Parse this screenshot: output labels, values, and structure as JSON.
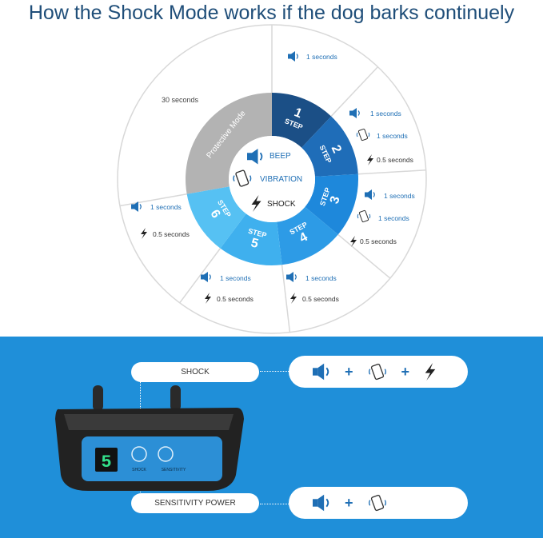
{
  "title": "How the Shock Mode works if the dog barks continuely",
  "wheel": {
    "protective_mode": "Protective Mode",
    "protective_time": "30 seconds",
    "step_word": "STEP",
    "steps": [
      {
        "num": "1",
        "color": "#1b4f86"
      },
      {
        "num": "2",
        "color": "#1f6db8"
      },
      {
        "num": "3",
        "color": "#1e88db"
      },
      {
        "num": "4",
        "color": "#2d9be6"
      },
      {
        "num": "5",
        "color": "#3fb0ee"
      },
      {
        "num": "6",
        "color": "#56c1f3"
      }
    ],
    "center": {
      "beep": "BEEP",
      "vibration": "VIBRATION",
      "shock": "SHOCK"
    },
    "outer_labels": {
      "s1_beep": "1 seconds",
      "s2_beep": "1 seconds",
      "s2_vib": "1 seconds",
      "s2_shock": "0.5 seconds",
      "s3_beep": "1 seconds",
      "s3_vib": "1 seconds",
      "s3_shock": "0.5 seconds",
      "s4_beep": "1 seconds",
      "s4_shock": "0.5 seconds",
      "s5_beep": "1 seconds",
      "s5_shock": "0.5 seconds",
      "s6_beep": "1 seconds",
      "s6_shock": "0.5 seconds"
    }
  },
  "bottom": {
    "shock_label": "SHOCK",
    "sensitivity_label": "SENSITIVITY POWER",
    "device_display": "5",
    "device_btn1": "SHOCK",
    "device_btn2": "SENSITIVITY"
  },
  "colors": {
    "title": "#1f4e79",
    "banner": "#1f8fd9",
    "icon": "#1f6fb5",
    "protective": "#b3b3b3"
  }
}
